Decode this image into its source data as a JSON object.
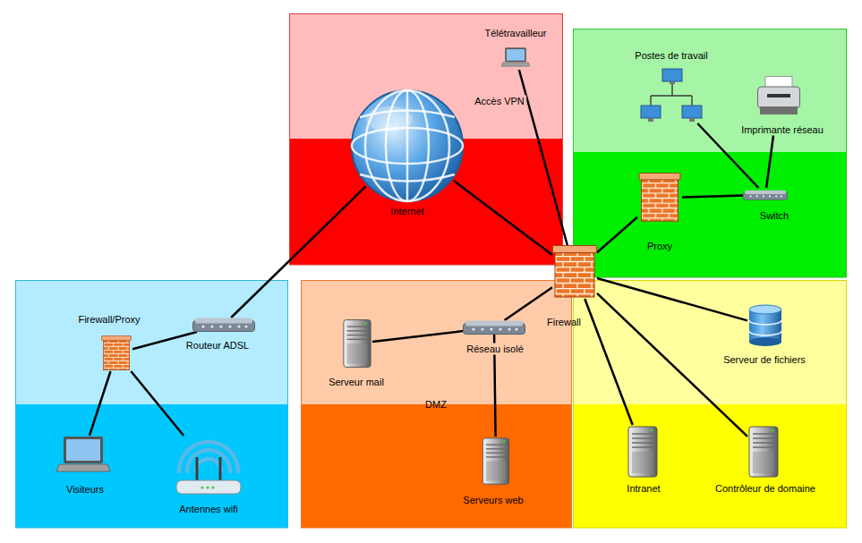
{
  "diagram": {
    "nodes": [
      {
        "text": [
          "Internet"
        ]
      },
      {
        "text": [
          "Télétravailleur"
        ]
      },
      {
        "text": [
          "Postes de travail"
        ]
      },
      {
        "text": [
          "Imprimante réseau"
        ]
      },
      {
        "text": [
          "Switch"
        ]
      },
      {
        "text": [
          "Proxy"
        ]
      },
      {
        "text": [
          "Firewall"
        ]
      },
      {
        "text": [
          "Firewall/Proxy"
        ]
      },
      {
        "text": [
          "Routeur ADSL"
        ]
      },
      {
        "text": [
          "Visiteurs"
        ]
      },
      {
        "text": [
          "Antennes wifi"
        ]
      },
      {
        "text": [
          "DMZ"
        ]
      },
      {
        "text": [
          "Serveur mail"
        ],
        "in": 11
      },
      {
        "text": [
          "Réseau isolé"
        ],
        "in": 11
      },
      {
        "text": [
          "Serveurs web"
        ],
        "in": 11
      },
      {
        "text": [
          "Serveur de fichiers"
        ]
      },
      {
        "text": [
          "Intranet"
        ]
      },
      {
        "text": [
          "Contrôleur de domaine"
        ]
      }
    ],
    "edges": [
      {
        "from": 0,
        "to": 6,
        "arrow": "none"
      },
      {
        "from": 1,
        "to": 6,
        "label": "Accès VPN",
        "arrow": "none"
      },
      {
        "from": 6,
        "to": 5,
        "arrow": "none"
      },
      {
        "from": 5,
        "to": 4,
        "arrow": "none"
      },
      {
        "from": 4,
        "to": 2,
        "arrow": "none"
      },
      {
        "from": 4,
        "to": 3,
        "arrow": "none"
      },
      {
        "from": 6,
        "to": 13,
        "arrow": "none"
      },
      {
        "from": 13,
        "to": 12,
        "arrow": "none"
      },
      {
        "from": 13,
        "to": 14,
        "arrow": "none"
      },
      {
        "from": 6,
        "to": 15,
        "arrow": "none"
      },
      {
        "from": 6,
        "to": 16,
        "arrow": "none"
      },
      {
        "from": 6,
        "to": 17,
        "arrow": "none"
      },
      {
        "from": 0,
        "to": 8,
        "arrow": "none"
      },
      {
        "from": 8,
        "to": 7,
        "arrow": "none"
      },
      {
        "from": 7,
        "to": 9,
        "arrow": "none"
      },
      {
        "from": 7,
        "to": 10,
        "arrow": "none"
      }
    ]
  }
}
